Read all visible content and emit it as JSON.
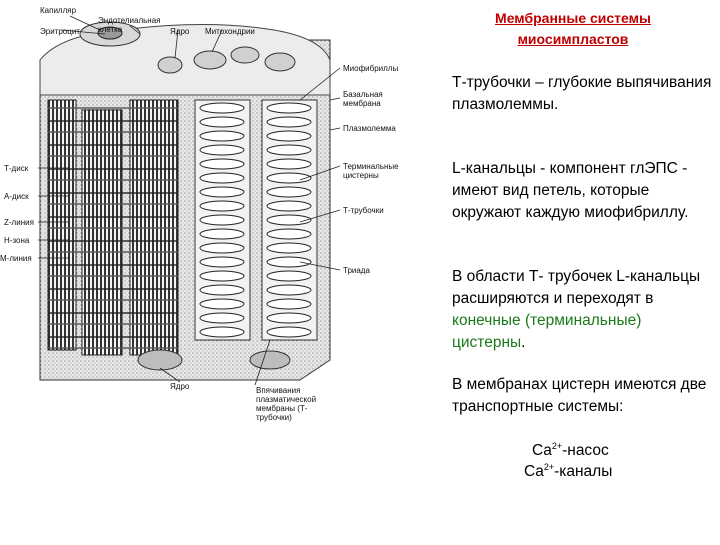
{
  "diagram": {
    "labels": {
      "capillary": "Капилляр",
      "erythrocyte": "Эритроцит",
      "endothelial_cell": "Эндотелиальная клетка",
      "nucleus_top": "Ядро",
      "mitochondria": "Митохондрии",
      "myofibrils": "Миофибриллы",
      "basal_membrane": "Базальная мембрана",
      "plasmolemma": "Плазмолемма",
      "terminal_cisterns": "Терминальные цистерны",
      "t_tubules": "Т-трубочки",
      "triad": "Триада",
      "nucleus_bottom": "Ядро",
      "invagination": "Впячивания плазматической мембраны (Т-трубочки)",
      "t_disc": "Т-диск",
      "a_disc": "А-диск",
      "z_line": "Z-линия",
      "h_zone": "Н-зона",
      "m_line": "М-линия"
    }
  },
  "text": {
    "title": "Мембранные системы миосимпластов",
    "para1": "Т-трубочки – глубокие выпячивания плазмолеммы.",
    "para2": "L-канальцы - компонент глЭПС - имеют вид петель, которые окружают каждую миофибриллу.",
    "para3_a": "В области Т- трубочек L-канальцы расширяются и переходят в ",
    "para3_green": "конечные (терминальные) цистерны",
    "para3_b": ".",
    "para4": "В мембранах цистерн имеются две транспортные системы:",
    "f1_a": "Ca",
    "f1_sup": "2+",
    "f1_b": "-насос",
    "f2_a": "Ca",
    "f2_sup": "2+",
    "f2_b": "-каналы"
  },
  "colors": {
    "title": "#c00000",
    "green_text": "#1a7a1a"
  }
}
